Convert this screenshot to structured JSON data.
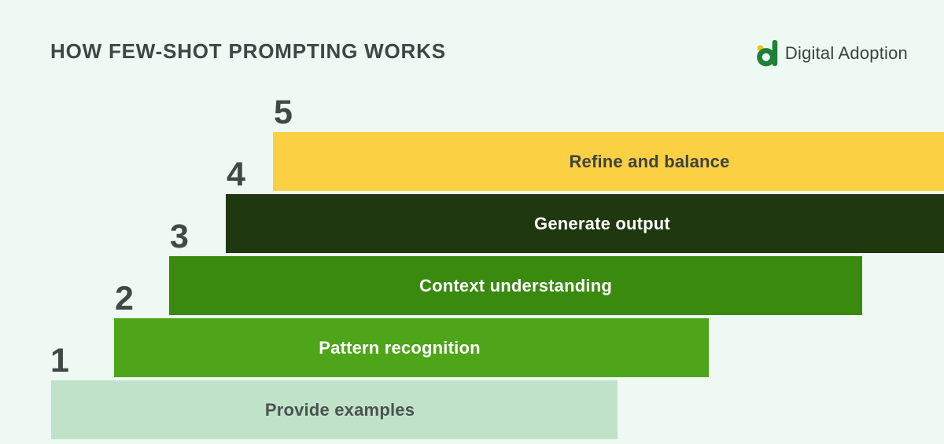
{
  "canvas": {
    "background": "#eef9f3"
  },
  "header": {
    "title": "HOW FEW-SHOT PROMPTING WORKS",
    "title_color": "#3d4745"
  },
  "logo": {
    "text": "Digital Adoption",
    "text_color": "#3b4341",
    "icon_green": "#1f8038",
    "icon_yellow": "#f4c01e"
  },
  "steps": [
    {
      "number": "1",
      "label": "Provide examples",
      "bar_color": "#c0e2c9",
      "label_color": "#4b534f",
      "number_color": "#414946"
    },
    {
      "number": "2",
      "label": "Pattern recognition",
      "bar_color": "#4fa51a",
      "label_color": "#ffffff",
      "number_color": "#414946"
    },
    {
      "number": "3",
      "label": "Context understanding",
      "bar_color": "#3a8a10",
      "label_color": "#ffffff",
      "number_color": "#414946"
    },
    {
      "number": "4",
      "label": "Generate output",
      "bar_color": "#20380f",
      "label_color": "#ffffff",
      "number_color": "#414946"
    },
    {
      "number": "5",
      "label": "Refine and balance",
      "bar_color": "#fbd043",
      "label_color": "#3f4340",
      "number_color": "#414946"
    }
  ]
}
